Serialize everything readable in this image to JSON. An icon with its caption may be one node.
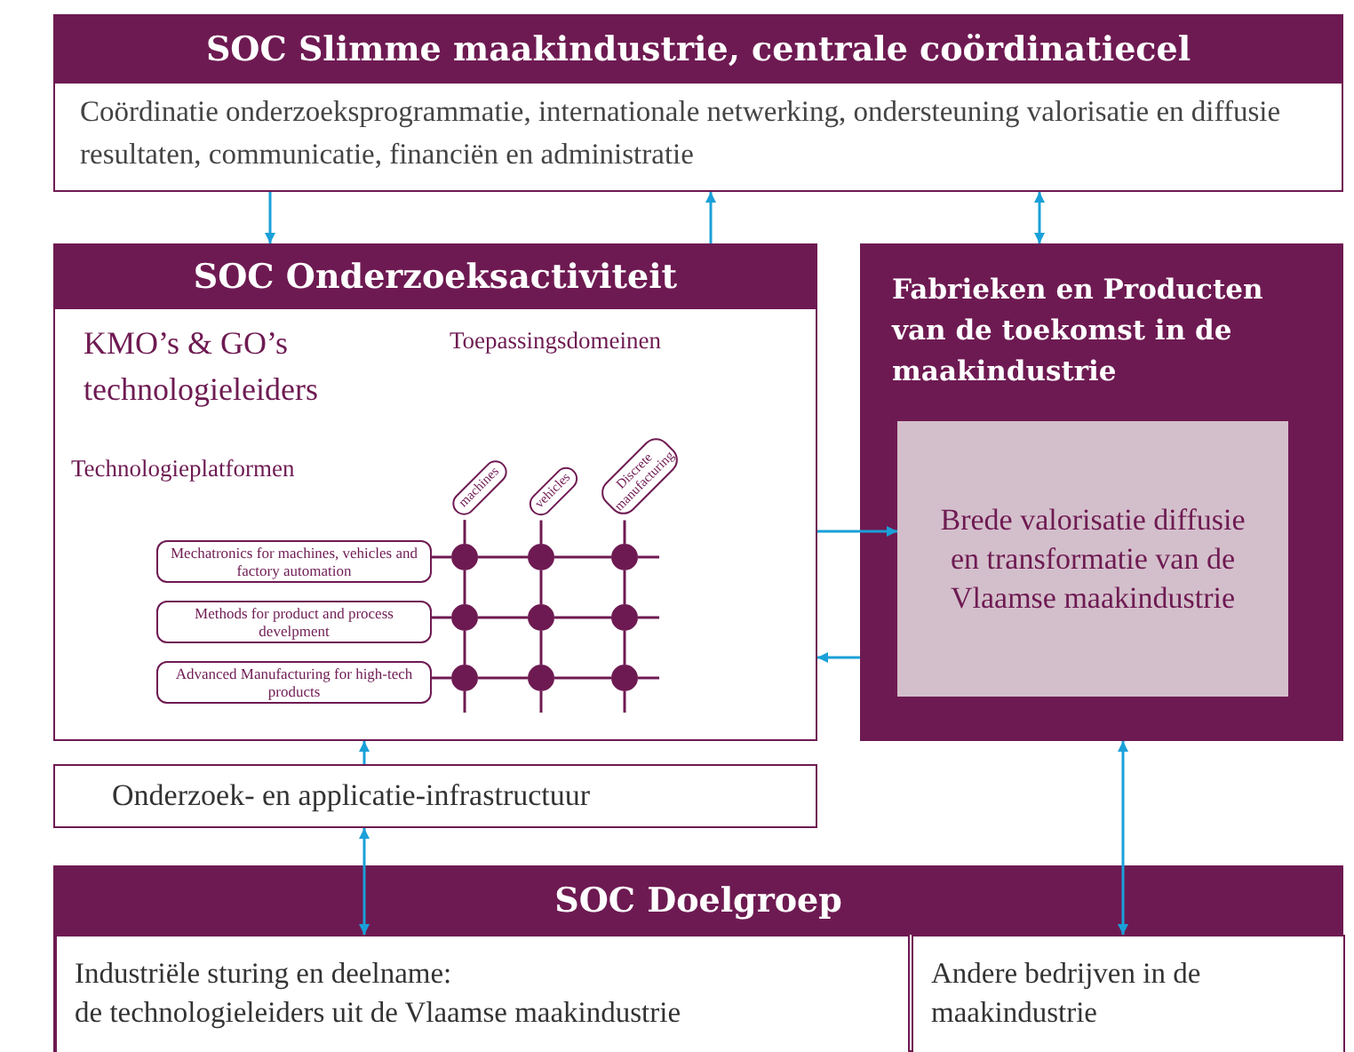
{
  "diagram": {
    "nodes": [
      {
        "text": [
          "SOC Slimme maakindustrie, centrale coördinatiecel",
          "Coördinatie onderzoeksprogrammatie, internationale netwerking, ondersteuning valorisatie en diffusie resultaten, communicatie, financiën en administratie"
        ]
      },
      {
        "text": [
          "SOC Onderzoeksactiviteit",
          "KMO’s & GO’s technologieleiders"
        ]
      },
      {
        "text": [
          "Mechatronics for machines, vehicles and factory automation"
        ],
        "in": 1
      },
      {
        "text": [
          "Methods for product and process develpment"
        ],
        "in": 1
      },
      {
        "text": [
          "Advanced Manufacturing for high-tech products"
        ],
        "in": 1
      },
      {
        "text": [
          "machines"
        ],
        "in": 1
      },
      {
        "text": [
          "vehicles"
        ],
        "in": 1
      },
      {
        "text": [
          "Discrete manufacturing"
        ],
        "in": 1
      },
      {
        "text": [
          "Fabrieken en Producten van de toekomst in de maakindustrie"
        ]
      },
      {
        "text": [
          "Brede valorisatie diffusie en transformatie van de Vlaamse maakindustrie"
        ],
        "in": 8
      },
      {
        "text": [
          "Onderzoek- en applicatie-infrastructuur"
        ]
      },
      {
        "text": [
          "SOC Doelgroep"
        ]
      },
      {
        "text": [
          "Industriële sturing en deelname:",
          "de technologieleiders uit de Vlaamse maakindustrie"
        ],
        "in": 11
      },
      {
        "text": [
          "Andere bedrijven in de maakindustrie"
        ],
        "in": 11
      },
      {
        "text": [],
        "shape": "circle",
        "in": 1
      },
      {
        "text": [],
        "shape": "circle",
        "in": 1
      },
      {
        "text": [],
        "shape": "circle",
        "in": 1
      },
      {
        "text": [],
        "shape": "circle",
        "in": 1
      },
      {
        "text": [],
        "shape": "circle",
        "in": 1
      },
      {
        "text": [],
        "shape": "circle",
        "in": 1
      },
      {
        "text": [],
        "shape": "circle",
        "in": 1
      },
      {
        "text": [],
        "shape": "circle",
        "in": 1
      },
      {
        "text": [],
        "shape": "circle",
        "in": 1
      }
    ],
    "edges": [
      {
        "from": 0,
        "to": 1,
        "arrow": "to",
        "color": "#1aa0d8"
      },
      {
        "from": 1,
        "to": 0,
        "arrow": "to",
        "color": "#1aa0d8"
      },
      {
        "from": 0,
        "to": 8,
        "arrow": "both",
        "color": "#1aa0d8"
      },
      {
        "from": 1,
        "to": 9,
        "arrow": "to",
        "color": "#1aa0d8"
      },
      {
        "from": 8,
        "to": 1,
        "arrow": "to",
        "color": "#1aa0d8"
      },
      {
        "from": 10,
        "to": 1,
        "arrow": "to",
        "color": "#1aa0d8"
      },
      {
        "from": 10,
        "to": 12,
        "arrow": "both",
        "color": "#1aa0d8"
      },
      {
        "from": 8,
        "to": 13,
        "arrow": "both",
        "color": "#1aa0d8"
      },
      {
        "from": 2,
        "to": 14,
        "arrow": "none"
      },
      {
        "from": 14,
        "to": 15,
        "arrow": "none"
      },
      {
        "from": 15,
        "to": 16,
        "arrow": "none"
      },
      {
        "from": 16,
        "to": null,
        "arrow": "none"
      },
      {
        "from": 3,
        "to": 17,
        "arrow": "none"
      },
      {
        "from": 17,
        "to": 18,
        "arrow": "none"
      },
      {
        "from": 18,
        "to": 19,
        "arrow": "none"
      },
      {
        "from": 19,
        "to": null,
        "arrow": "none"
      },
      {
        "from": 4,
        "to": 20,
        "arrow": "none"
      },
      {
        "from": 20,
        "to": 21,
        "arrow": "none"
      },
      {
        "from": 21,
        "to": 22,
        "arrow": "none"
      },
      {
        "from": 22,
        "to": null,
        "arrow": "none"
      },
      {
        "from": 5,
        "to": 14,
        "arrow": "none"
      },
      {
        "from": 14,
        "to": 17,
        "arrow": "none"
      },
      {
        "from": 17,
        "to": 20,
        "arrow": "none"
      },
      {
        "from": 20,
        "to": null,
        "arrow": "none"
      },
      {
        "from": 6,
        "to": 15,
        "arrow": "none"
      },
      {
        "from": 15,
        "to": 18,
        "arrow": "none"
      },
      {
        "from": 18,
        "to": 21,
        "arrow": "none"
      },
      {
        "from": 21,
        "to": null,
        "arrow": "none"
      },
      {
        "from": 7,
        "to": 16,
        "arrow": "none"
      },
      {
        "from": 16,
        "to": 19,
        "arrow": "none"
      },
      {
        "from": 19,
        "to": 22,
        "arrow": "none"
      },
      {
        "from": 22,
        "to": null,
        "arrow": "none"
      }
    ],
    "labels": [
      "Toepassingsdomeinen",
      "Technologieplatformen"
    ]
  }
}
